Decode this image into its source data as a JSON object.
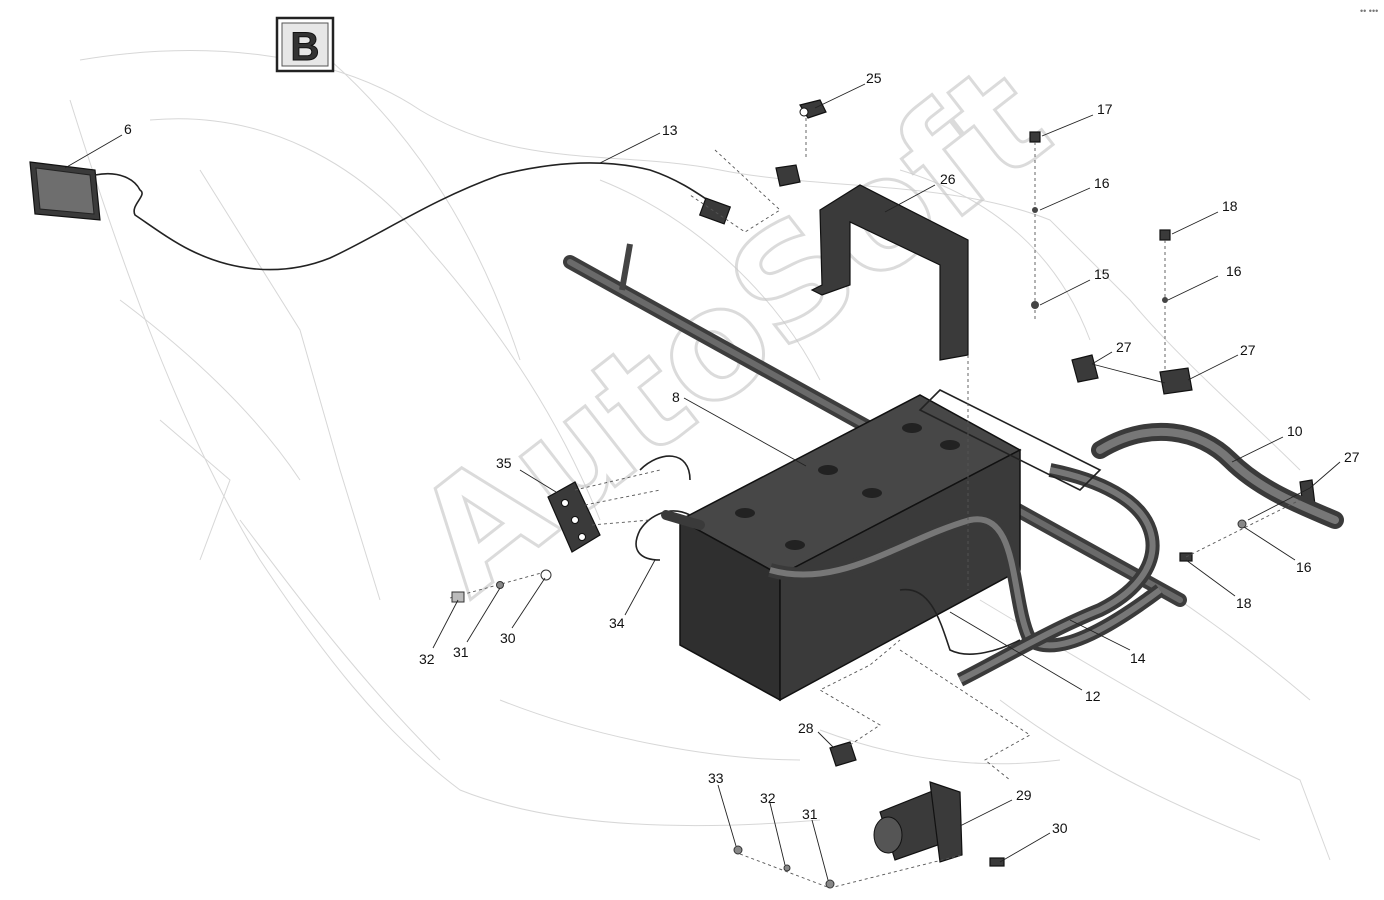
{
  "view_badge": "B",
  "watermark": "AutoSoft",
  "callouts": [
    {
      "id": "c-6",
      "text": "6"
    },
    {
      "id": "c-13",
      "text": "13"
    },
    {
      "id": "c-25",
      "text": "25"
    },
    {
      "id": "c-17",
      "text": "17"
    },
    {
      "id": "c-26",
      "text": "26"
    },
    {
      "id": "c-16a",
      "text": "16"
    },
    {
      "id": "c-18a",
      "text": "18"
    },
    {
      "id": "c-16b",
      "text": "16"
    },
    {
      "id": "c-15",
      "text": "15"
    },
    {
      "id": "c-27a",
      "text": "27"
    },
    {
      "id": "c-27b",
      "text": "27"
    },
    {
      "id": "c-8",
      "text": "8"
    },
    {
      "id": "c-10",
      "text": "10"
    },
    {
      "id": "c-27c",
      "text": "27"
    },
    {
      "id": "c-35",
      "text": "35"
    },
    {
      "id": "c-16c",
      "text": "16"
    },
    {
      "id": "c-18b",
      "text": "18"
    },
    {
      "id": "c-34",
      "text": "34"
    },
    {
      "id": "c-14",
      "text": "14"
    },
    {
      "id": "c-32a",
      "text": "32"
    },
    {
      "id": "c-31a",
      "text": "31"
    },
    {
      "id": "c-30a",
      "text": "30"
    },
    {
      "id": "c-12",
      "text": "12"
    },
    {
      "id": "c-28",
      "text": "28"
    },
    {
      "id": "c-33",
      "text": "33"
    },
    {
      "id": "c-32b",
      "text": "32"
    },
    {
      "id": "c-31b",
      "text": "31"
    },
    {
      "id": "c-29",
      "text": "29"
    },
    {
      "id": "c-30b",
      "text": "30"
    }
  ]
}
